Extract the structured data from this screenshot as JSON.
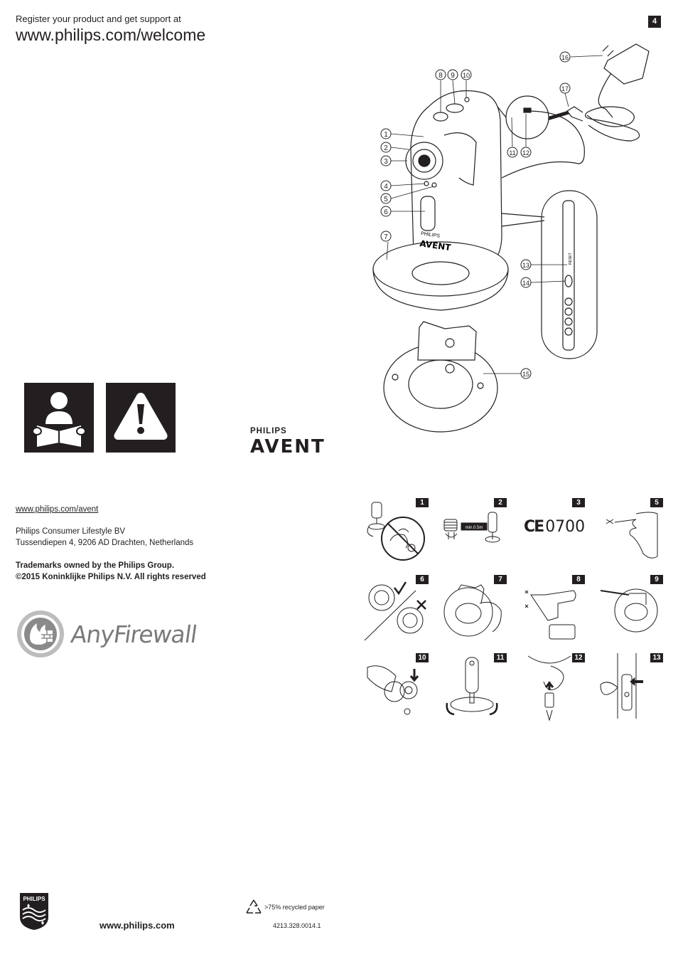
{
  "header": {
    "register_text": "Register your product and get support at",
    "welcome_url": "www.philips.com/welcome",
    "page_number": "4"
  },
  "diagram": {
    "callouts": [
      "1",
      "2",
      "3",
      "4",
      "5",
      "6",
      "7",
      "8",
      "9",
      "10",
      "11",
      "12",
      "13",
      "14",
      "15",
      "16",
      "17"
    ],
    "device_text_brand": "PHILIPS",
    "device_text_avent": "AVENT",
    "device_text_reset": "RESET"
  },
  "icons": {
    "read_manual": "read-manual-icon",
    "warning": "warning-icon"
  },
  "logo": {
    "brand": "PHILIPS",
    "product": "AVENT"
  },
  "footer": {
    "link": "www.philips.com/avent",
    "address_line1": "Philips Consumer Lifestyle BV",
    "address_line2": "Tussendiepen 4, 9206 AD Drachten, Netherlands",
    "trademark_line1": "Trademarks owned by the Philips Group.",
    "trademark_line2": "©2015 Koninklijke Philips N.V. All rights reserved",
    "anyfirewall": "AnyFirewall",
    "bottom_url": "www.philips.com",
    "recycled": ">75% recycled paper",
    "code": "4213.328.0014.1",
    "shield_text": "PHILIPS"
  },
  "steps": [
    {
      "label": "1"
    },
    {
      "label": "2",
      "inner_text": "min.0.5m"
    },
    {
      "label": "3",
      "inner_text": "0700"
    },
    {
      "label": "5"
    },
    {
      "label": "6"
    },
    {
      "label": "7"
    },
    {
      "label": "8"
    },
    {
      "label": "9"
    },
    {
      "label": "10"
    },
    {
      "label": "11"
    },
    {
      "label": "12"
    },
    {
      "label": "13"
    }
  ]
}
